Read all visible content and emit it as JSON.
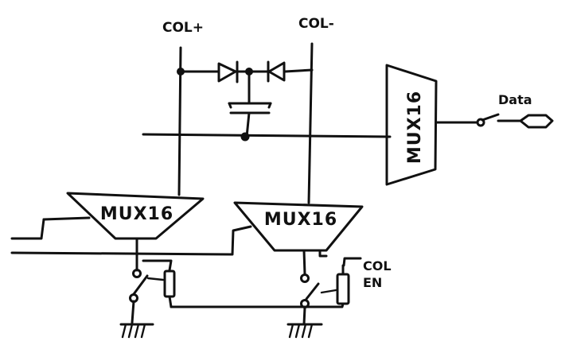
{
  "labels": {
    "col_plus": "COL+",
    "col_minus": "COL-",
    "data": "Data",
    "col_en_line1": "COL",
    "col_en_line2": "EN"
  },
  "muxes": {
    "left": "MUX16",
    "middle": "MUX16",
    "right": "MUX16"
  }
}
